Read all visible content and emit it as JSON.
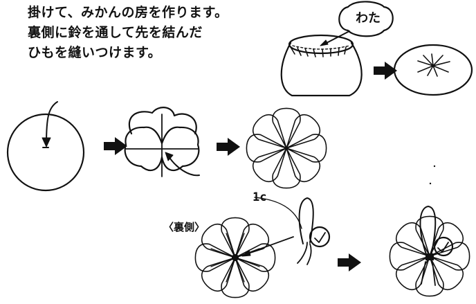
{
  "instructions": {
    "lines": [
      "掛けて、みかんの房を作ります。",
      "裏側に鈴を通して先を結んだ",
      "ひもを縫いつけます。"
    ]
  },
  "labels": {
    "cotton": "わた",
    "back_side": "〈裏側〉",
    "length": "1c"
  },
  "colors": {
    "ink": "#111111",
    "background": "#ffffff"
  }
}
